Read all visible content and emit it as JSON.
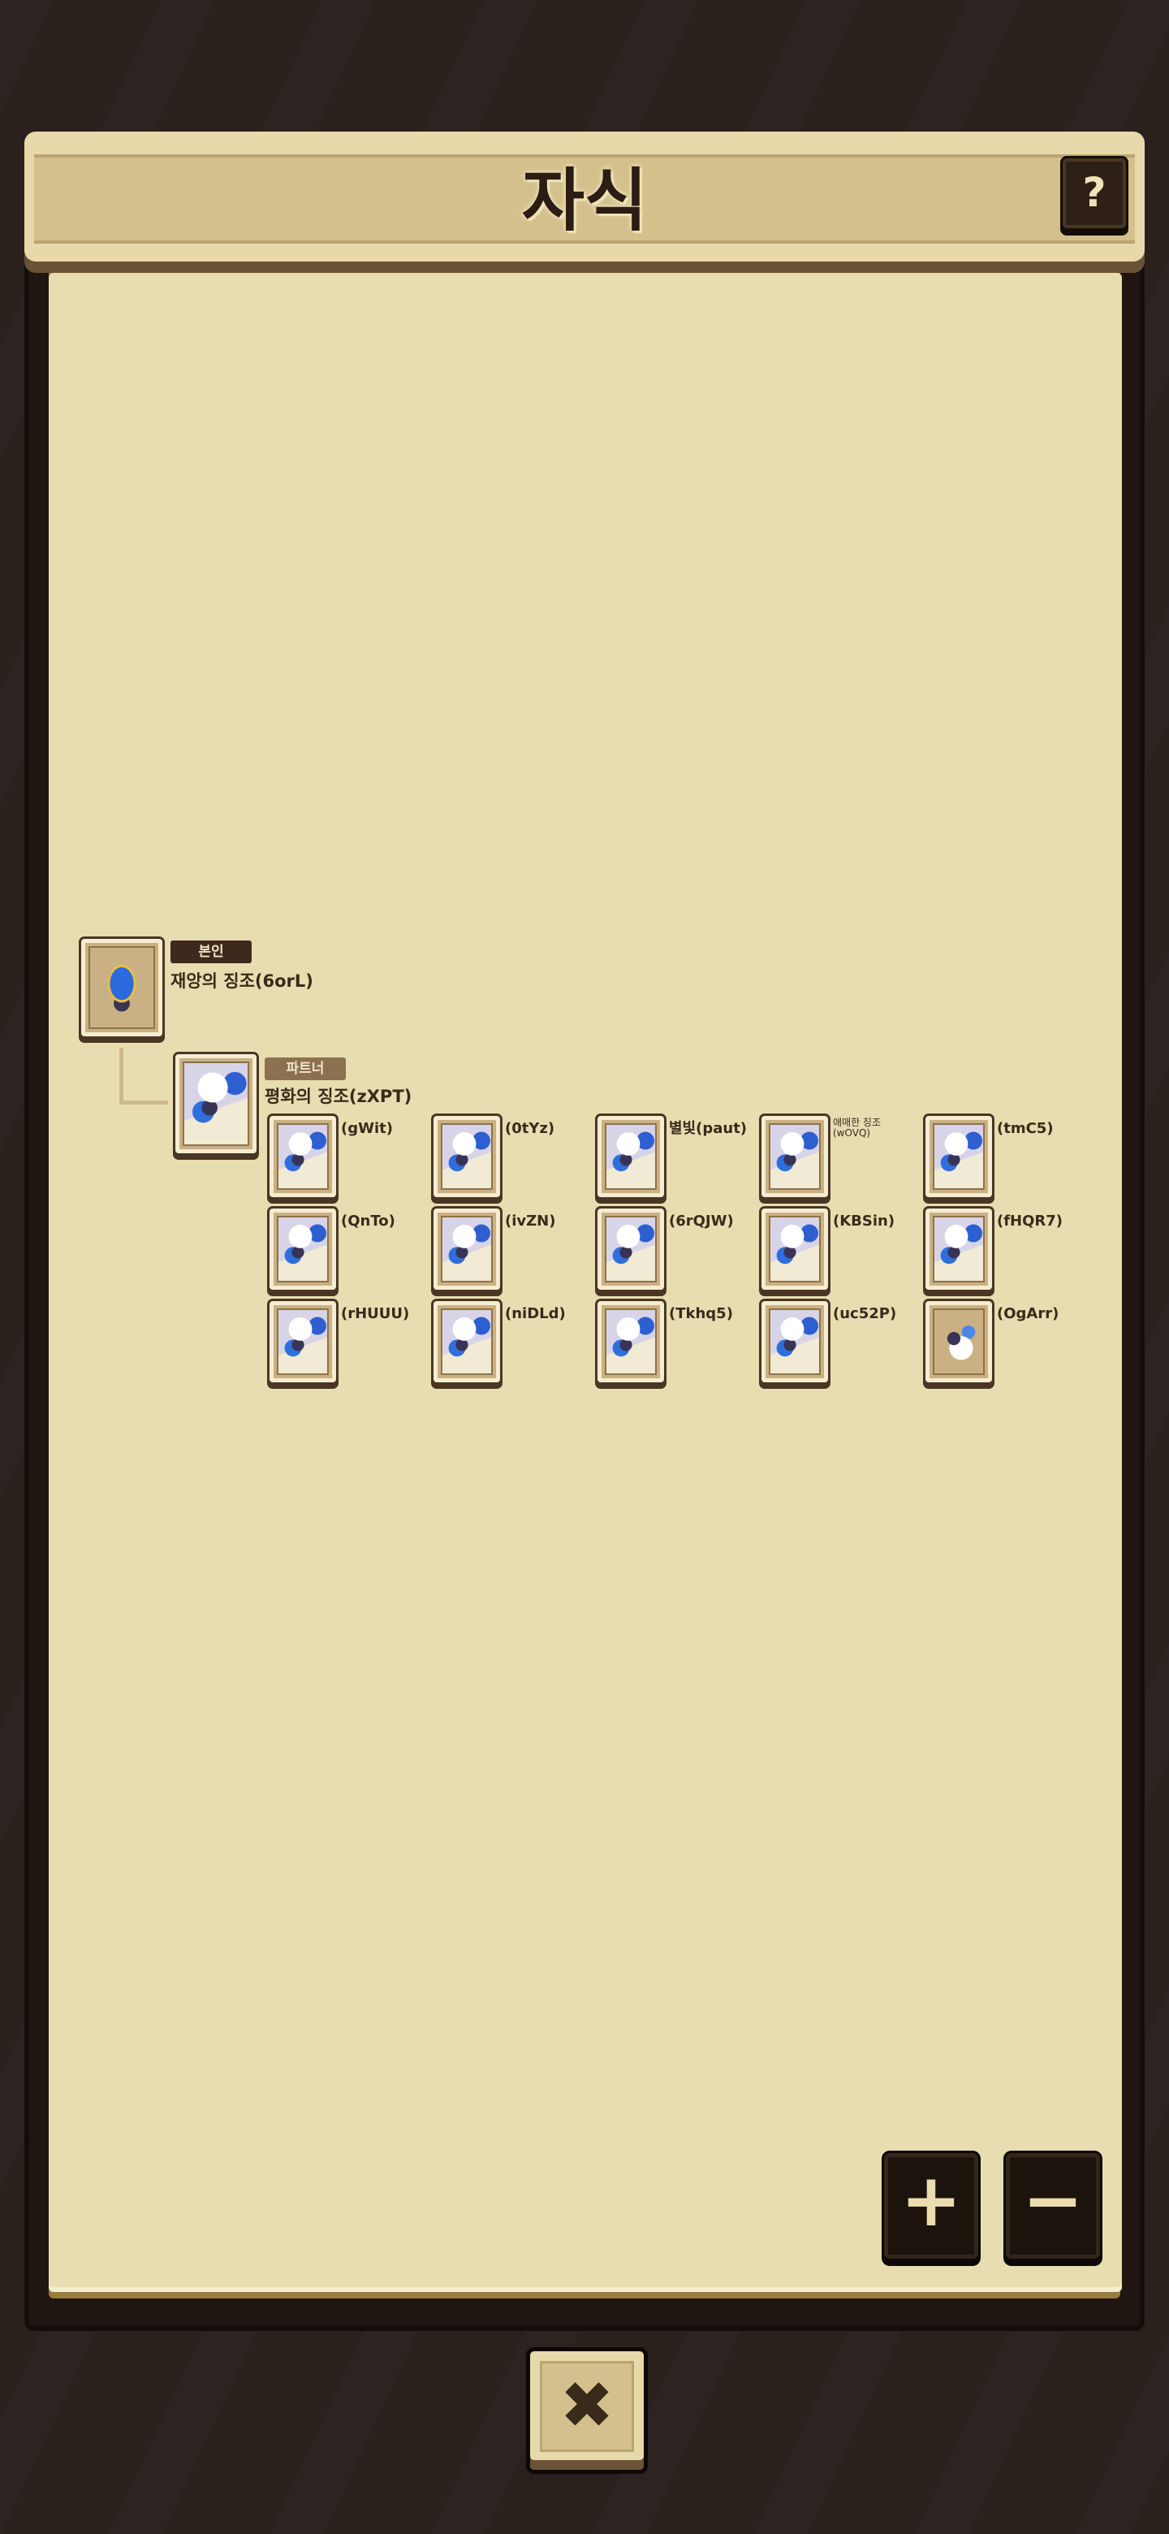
{
  "header": {
    "title": "자식",
    "help_label": "?"
  },
  "self": {
    "badge": "본인",
    "name": "재앙의 징조(6orL)"
  },
  "partner": {
    "badge": "파트너",
    "name": "평화의 징조(zXPT)"
  },
  "children": [
    {
      "name": "(gWit)"
    },
    {
      "name": "(0tYz)"
    },
    {
      "name": "별빛(paut)"
    },
    {
      "name": "애매한 징조(wOVQ)",
      "small": true
    },
    {
      "name": "(tmC5)"
    },
    {
      "name": "(QnTo)"
    },
    {
      "name": "(ivZN)"
    },
    {
      "name": "(6rQJW)"
    },
    {
      "name": "(KBSin)"
    },
    {
      "name": "(fHQR7)"
    },
    {
      "name": "(rHUUU)"
    },
    {
      "name": "(niDLd)"
    },
    {
      "name": "(Tkhq5)"
    },
    {
      "name": "(uc52P)"
    },
    {
      "name": "(OgArr)",
      "variant": "ogarr"
    }
  ],
  "controls": {
    "zoom_in": "+",
    "zoom_out": "−",
    "close": "✖"
  },
  "colors": {
    "parchment": "#e8ddb0",
    "dark": "#2a201c",
    "self_badge": "#3d2a1c",
    "partner_badge": "#8c7150"
  }
}
